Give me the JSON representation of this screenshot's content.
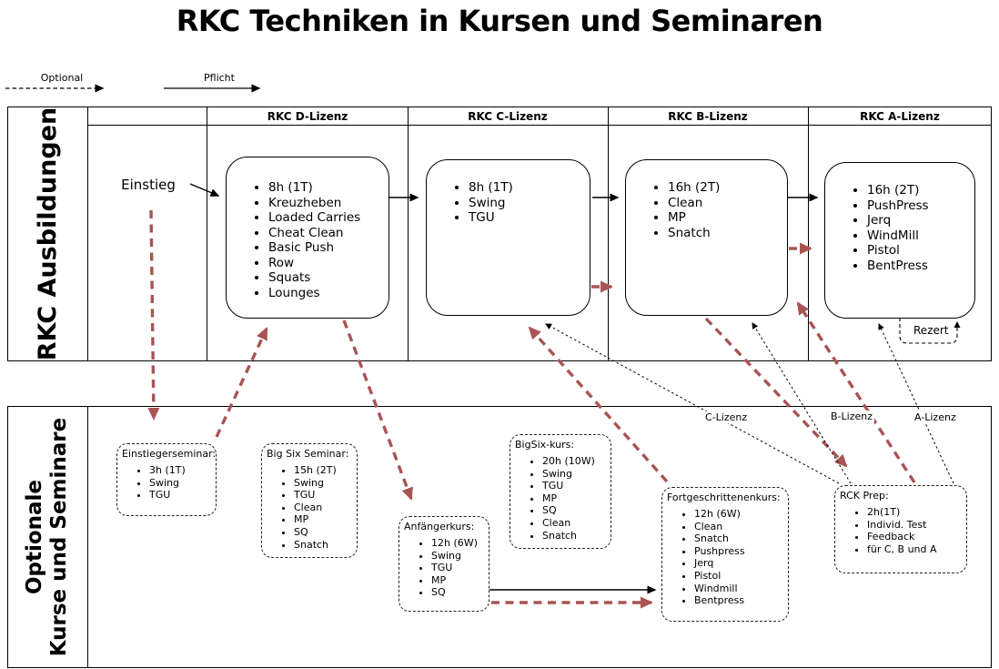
{
  "title": "RKC Techniken in Kursen und Seminaren",
  "legend": {
    "optional_label": "Optional",
    "pflicht_label": "Pflicht"
  },
  "lanes": {
    "top": {
      "label": "RKC Ausbildungen",
      "columns": [
        "RKC D-Lizenz",
        "RKC C-Lizenz",
        "RKC B-Lizenz",
        "RKC A-Lizenz"
      ]
    },
    "bottom": {
      "label_line1": "Optionale",
      "label_line2": "Kurse und Seminare"
    }
  },
  "nodes": {
    "einstieg": {
      "label": "Einstieg"
    },
    "d_lizenz": {
      "items": [
        "8h (1T)",
        "Kreuzheben",
        "Loaded Carries",
        "Cheat Clean",
        "Basic Push",
        "Row",
        "Squats",
        "Lounges"
      ]
    },
    "c_lizenz": {
      "items": [
        "8h (1T)",
        "Swing",
        "TGU"
      ]
    },
    "b_lizenz": {
      "items": [
        "16h (2T)",
        "Clean",
        "MP",
        "Snatch"
      ]
    },
    "a_lizenz": {
      "items": [
        "16h (2T)",
        "PushPress",
        "Jerq",
        "WindMill",
        "Pistol",
        "BentPress"
      ]
    },
    "einstiegerseminar": {
      "title": "Einstiegerseminar:",
      "items": [
        "3h (1T)",
        "Swing",
        "TGU"
      ]
    },
    "big_six_seminar": {
      "title": "Big Six Seminar:",
      "items": [
        "15h (2T)",
        "Swing",
        "TGU",
        "Clean",
        "MP",
        "SQ",
        "Snatch"
      ]
    },
    "anfaengerkurs": {
      "title": "Anfängerkurs:",
      "items": [
        "12h (6W)",
        "Swing",
        "TGU",
        "MP",
        "SQ"
      ]
    },
    "bigsix_kurs": {
      "title": "BigSix-kurs:",
      "items": [
        "20h (10W)",
        "Swing",
        "TGU",
        "MP",
        "SQ",
        "Clean",
        "Snatch"
      ]
    },
    "fortgeschrittenenkurs": {
      "title": "Fortgeschrittenenkurs:",
      "items": [
        "12h (6W)",
        "Clean",
        "Snatch",
        "Pushpress",
        "Jerq",
        "Pistol",
        "Windmill",
        "Bentpress"
      ]
    },
    "rck_prep": {
      "title": "RCK Prep:",
      "items": [
        "2h(1T)",
        "Individ. Test",
        "Feedback",
        "für C, B und A"
      ]
    }
  },
  "edge_labels": {
    "c_lizenz": "C-Lizenz",
    "b_lizenz": "B-Lizenz",
    "a_lizenz": "A-Lizenz",
    "rezert": "Rezert"
  },
  "colors": {
    "optional_arrow": "#a85454",
    "pflicht_arrow": "#000000",
    "license_edge": "#000000"
  },
  "edges": [
    {
      "from": "einstieg",
      "to": "d_lizenz",
      "type": "pflicht"
    },
    {
      "from": "d_lizenz",
      "to": "c_lizenz",
      "type": "pflicht"
    },
    {
      "from": "c_lizenz",
      "to": "b_lizenz",
      "type": "pflicht"
    },
    {
      "from": "b_lizenz",
      "to": "a_lizenz",
      "type": "pflicht"
    },
    {
      "from": "anfaengerkurs",
      "to": "fortgeschrittenenkurs",
      "type": "pflicht"
    },
    {
      "from": "einstieg",
      "to": "einstiegerseminar",
      "type": "optional"
    },
    {
      "from": "einstiegerseminar",
      "to": "d_lizenz",
      "type": "optional"
    },
    {
      "from": "d_lizenz",
      "to": "anfaengerkurs",
      "type": "optional"
    },
    {
      "from": "c_lizenz",
      "to": "b_lizenz",
      "type": "optional"
    },
    {
      "from": "b_lizenz",
      "to": "a_lizenz",
      "type": "optional"
    },
    {
      "from": "anfaengerkurs",
      "to": "fortgeschrittenenkurs",
      "type": "optional"
    },
    {
      "from": "fortgeschrittenenkurs",
      "to": "c_lizenz",
      "type": "optional"
    },
    {
      "from": "b_lizenz",
      "to": "rck_prep",
      "type": "optional"
    },
    {
      "from": "rck_prep",
      "to": "b_lizenz",
      "type": "optional"
    },
    {
      "from": "rck_prep",
      "to": "c_lizenz",
      "type": "license",
      "label": "C-Lizenz"
    },
    {
      "from": "rck_prep",
      "to": "b_lizenz",
      "type": "license",
      "label": "B-Lizenz"
    },
    {
      "from": "rck_prep",
      "to": "a_lizenz",
      "type": "license",
      "label": "A-Lizenz"
    },
    {
      "from": "a_lizenz",
      "to": "a_lizenz",
      "type": "rezert",
      "label": "Rezert"
    }
  ]
}
